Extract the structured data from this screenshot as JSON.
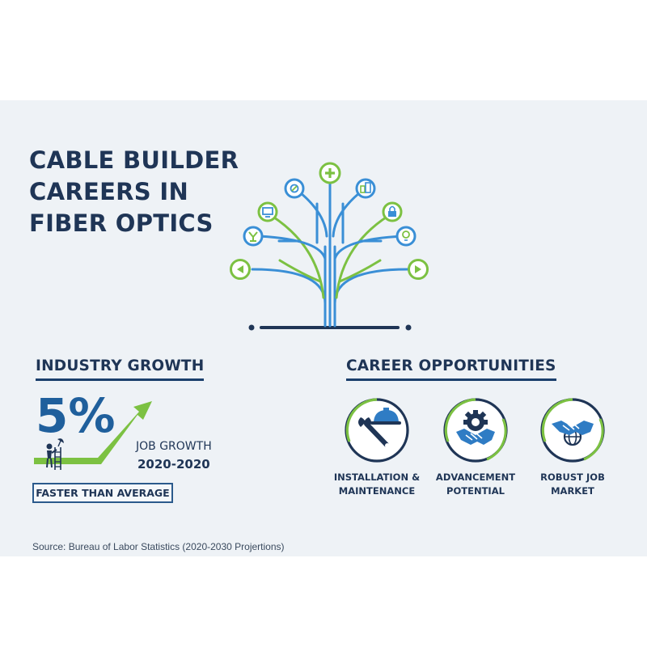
{
  "title": {
    "line1": "CABLE BUILDER",
    "line2": "CAREERS IN",
    "line3": "FIBER OPTICS"
  },
  "industry_growth": {
    "heading": "INDUSTRY GROWTH",
    "percent": "5%",
    "label_line1": "JOB GROWTH",
    "label_line2": "2020-2020",
    "badge": "FASTER THAN AVERAGE"
  },
  "career_opportunities": {
    "heading": "CAREER OPPORTUNITIES",
    "items": [
      {
        "line1": "INSTALLATION &",
        "line2": "MAINTENANCE",
        "icon": "hard-hat-wrench-icon"
      },
      {
        "line1": "ADVANCEMENT",
        "line2": "POTENTIAL",
        "icon": "gear-handshake-icon"
      },
      {
        "line1": "ROBUST JOB",
        "line2": "MARKET",
        "icon": "globe-handshake-icon"
      }
    ]
  },
  "tree_icons": [
    "arrow-left-icon",
    "award-icon",
    "monitor-icon",
    "compass-icon",
    "plus-icon",
    "buildings-icon",
    "lock-icon",
    "bulb-icon",
    "arrow-right-icon"
  ],
  "colors": {
    "navy": "#1f3556",
    "blue": "#3a8fd6",
    "green": "#7cc142",
    "background": "#eef2f6"
  },
  "source": "Source: Bureau of Labor Statistics (2020-2030 Projertions)"
}
